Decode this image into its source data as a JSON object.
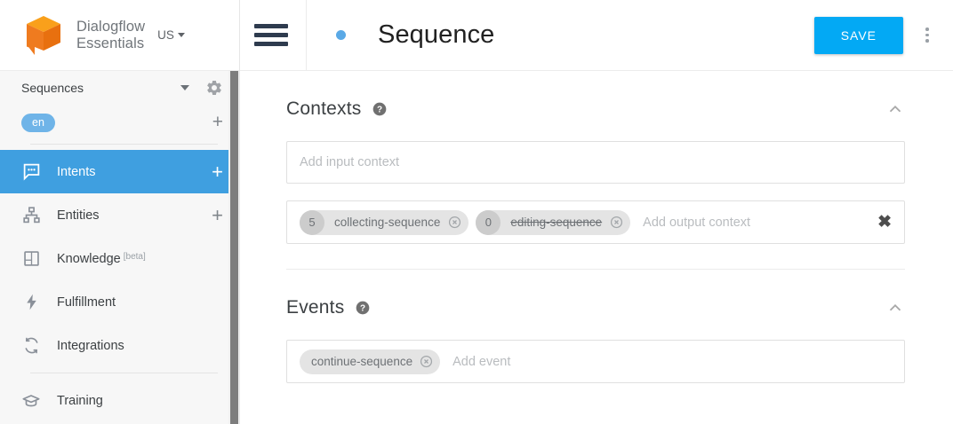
{
  "brand": {
    "logo_icon": "dialogflow-cube-logo",
    "name_line1": "Dialogflow",
    "name_line2": "Essentials",
    "region_label": "US",
    "logo_color": "#ef7b1f",
    "logo_top_color": "#f9a01b"
  },
  "sidebar": {
    "agent": {
      "name": "Sequences",
      "settings_icon": "gear-icon",
      "dropdown_icon": "caret-down-icon"
    },
    "language": {
      "chip": "en",
      "add_icon": "plus-icon",
      "chip_color": "#6fb4e8"
    },
    "items": [
      {
        "label": "Intents",
        "icon": "intents-chat-icon",
        "active": true,
        "has_plus": true
      },
      {
        "label": "Entities",
        "icon": "entities-hierarchy-icon",
        "active": false,
        "has_plus": true
      },
      {
        "label": "Knowledge",
        "badge": "[beta]",
        "icon": "knowledge-book-icon",
        "active": false,
        "has_plus": false
      },
      {
        "label": "Fulfillment",
        "icon": "fulfillment-bolt-icon",
        "active": false,
        "has_plus": false
      },
      {
        "label": "Integrations",
        "icon": "integrations-refresh-icon",
        "active": false,
        "has_plus": false
      },
      {
        "label": "Training",
        "icon": "training-graduation-cap-icon",
        "active": false,
        "has_plus": false
      }
    ],
    "active_color": "#3f9fe0",
    "scrollbar": "vertical-scrollbar"
  },
  "topbar": {
    "menu_icon": "hamburger-menu-icon",
    "status_dot": "status-dot-icon",
    "title": "Sequence",
    "save_label": "SAVE",
    "save_color": "#03a9f4",
    "more_icon": "kebab-more-icon"
  },
  "contexts": {
    "title": "Contexts",
    "help_icon": "help-question-icon",
    "collapse_icon": "chevron-up-icon",
    "input_placeholder": "Add input context",
    "output_placeholder": "Add output context",
    "clear_label": "✖",
    "output_chips": [
      {
        "count": "5",
        "label": "collecting-sequence",
        "struck": false,
        "remove_icon": "chip-remove-icon"
      },
      {
        "count": "0",
        "label": "editing-sequence",
        "struck": true,
        "remove_icon": "chip-remove-icon"
      }
    ]
  },
  "events": {
    "title": "Events",
    "help_icon": "help-question-icon",
    "collapse_icon": "chevron-up-icon",
    "placeholder": "Add event",
    "chips": [
      {
        "label": "continue-sequence",
        "remove_icon": "chip-remove-icon"
      }
    ]
  }
}
